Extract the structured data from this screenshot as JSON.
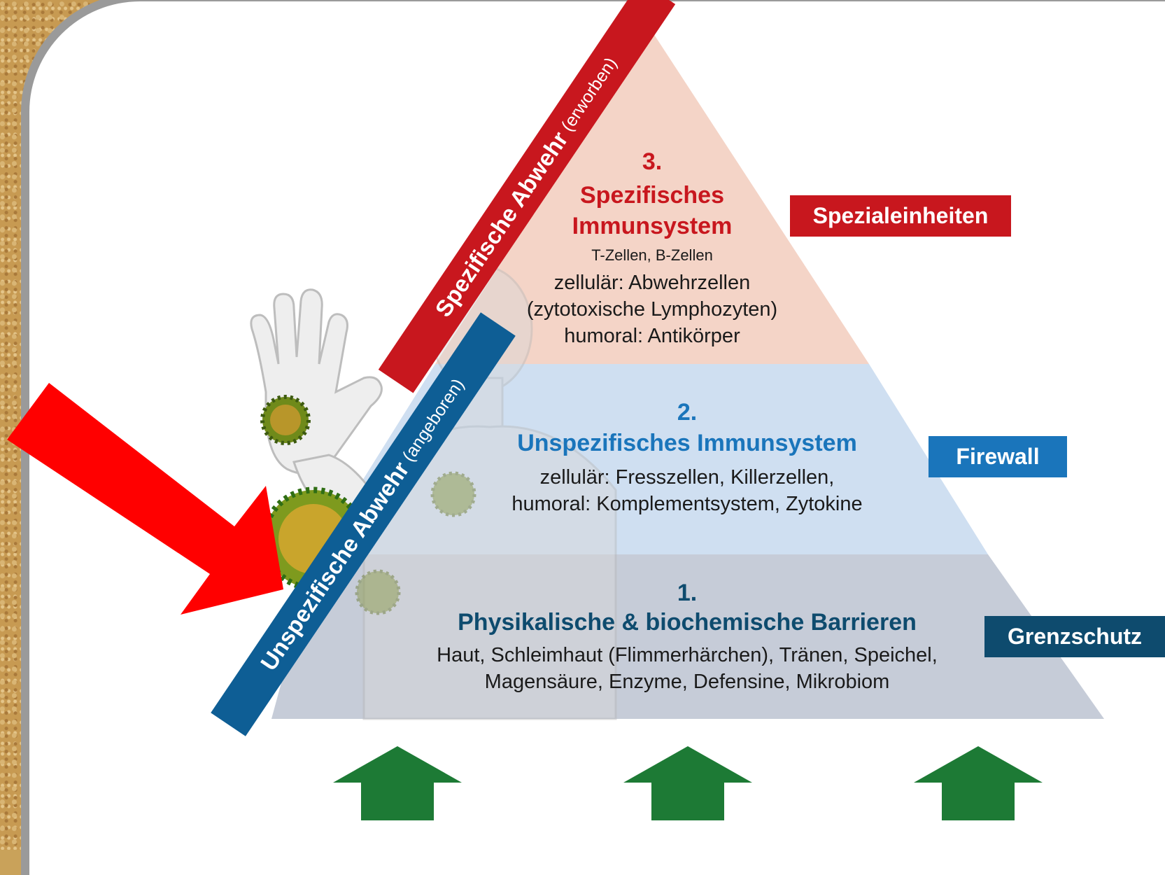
{
  "colors": {
    "tier3_fill": "#f4d4c7",
    "tier2_fill": "#cfdff1",
    "tier1_fill": "#c6ccd8",
    "red": "#c8171e",
    "blue": "#1a75bb",
    "navy": "#0e4b6e",
    "arrow_red": "#ff0000",
    "arrow_green": "#1d7a35"
  },
  "tier3": {
    "number": "3.",
    "title_line1": "Spezifisches",
    "title_line2": "Immunsystem",
    "cells": "T-Zellen, B-Zellen",
    "body_line1": "zellulär: Abwehrzellen",
    "body_line2": "(zytotoxische Lymphozyten)",
    "body_line3": "humoral: Antikörper",
    "tag": "Spezialeinheiten"
  },
  "tier2": {
    "number": "2.",
    "title": "Unspezifisches Immunsystem",
    "body_line1": "zellulär: Fresszellen, Killerzellen,",
    "body_line2": "humoral: Komplementsystem, Zytokine",
    "tag": "Firewall"
  },
  "tier1": {
    "number": "1.",
    "title": "Physikalische & biochemische Barrieren",
    "body_line1": "Haut, Schleimhaut (Flimmerhärchen), Tränen, Speichel,",
    "body_line2": "Magensäure, Enzyme, Defensine, Mikrobiom",
    "tag": "Grenzschutz"
  },
  "bands": {
    "specific": {
      "main": "Spezifische Abwehr",
      "paren": "(erworben)"
    },
    "unspecific": {
      "main": "Unspezifische Abwehr",
      "paren": "(angeboren)"
    }
  },
  "icons": {
    "hand": "raised-hand-icon",
    "virus": "virus-icon",
    "figure": "human-figure-icon",
    "red_arrow": "red-arrow-icon",
    "green_arrow": "green-up-arrow-icon"
  }
}
